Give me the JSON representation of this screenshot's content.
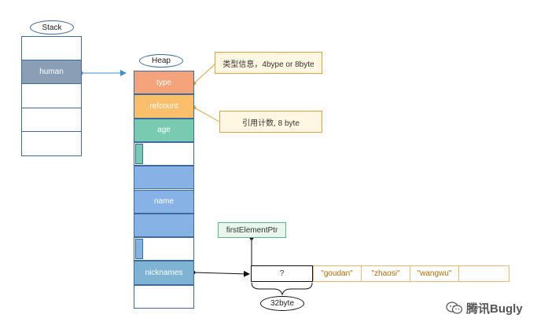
{
  "stack": {
    "title": "Stack",
    "slots": [
      "",
      "human",
      "",
      "",
      ""
    ],
    "highlight_color": "#8a9fb6"
  },
  "heap": {
    "title": "Heap",
    "rows": [
      {
        "label": "type",
        "color": "#f4a37a"
      },
      {
        "label": "refcount",
        "color": "#fbbf6c"
      },
      {
        "label": "age",
        "color": "#78cbb1"
      },
      {
        "label": "",
        "color": "#ffffff",
        "marker": "#78cbb1"
      },
      {
        "label": "",
        "color": "#87b2e6"
      },
      {
        "label": "name",
        "color": "#87b2e6"
      },
      {
        "label": "",
        "color": "#87b2e6"
      },
      {
        "label": "",
        "color": "#ffffff",
        "marker": "#87b2e6"
      },
      {
        "label": "nicknames",
        "color": "#7fb3d3"
      },
      {
        "label": "",
        "color": "#ffffff"
      }
    ]
  },
  "notes": {
    "type_note": "类型信息，4bype or 8byte",
    "refcount_note": "引用计数, 8 byte"
  },
  "pointer": {
    "label": "firstElementPtr",
    "cell": "?",
    "size_label": "32byte"
  },
  "strings": [
    "\"goudan\"",
    "\"zhaosi\"",
    "\"wangwu\"",
    ""
  ],
  "watermark": {
    "text": "腾讯Bugly"
  }
}
